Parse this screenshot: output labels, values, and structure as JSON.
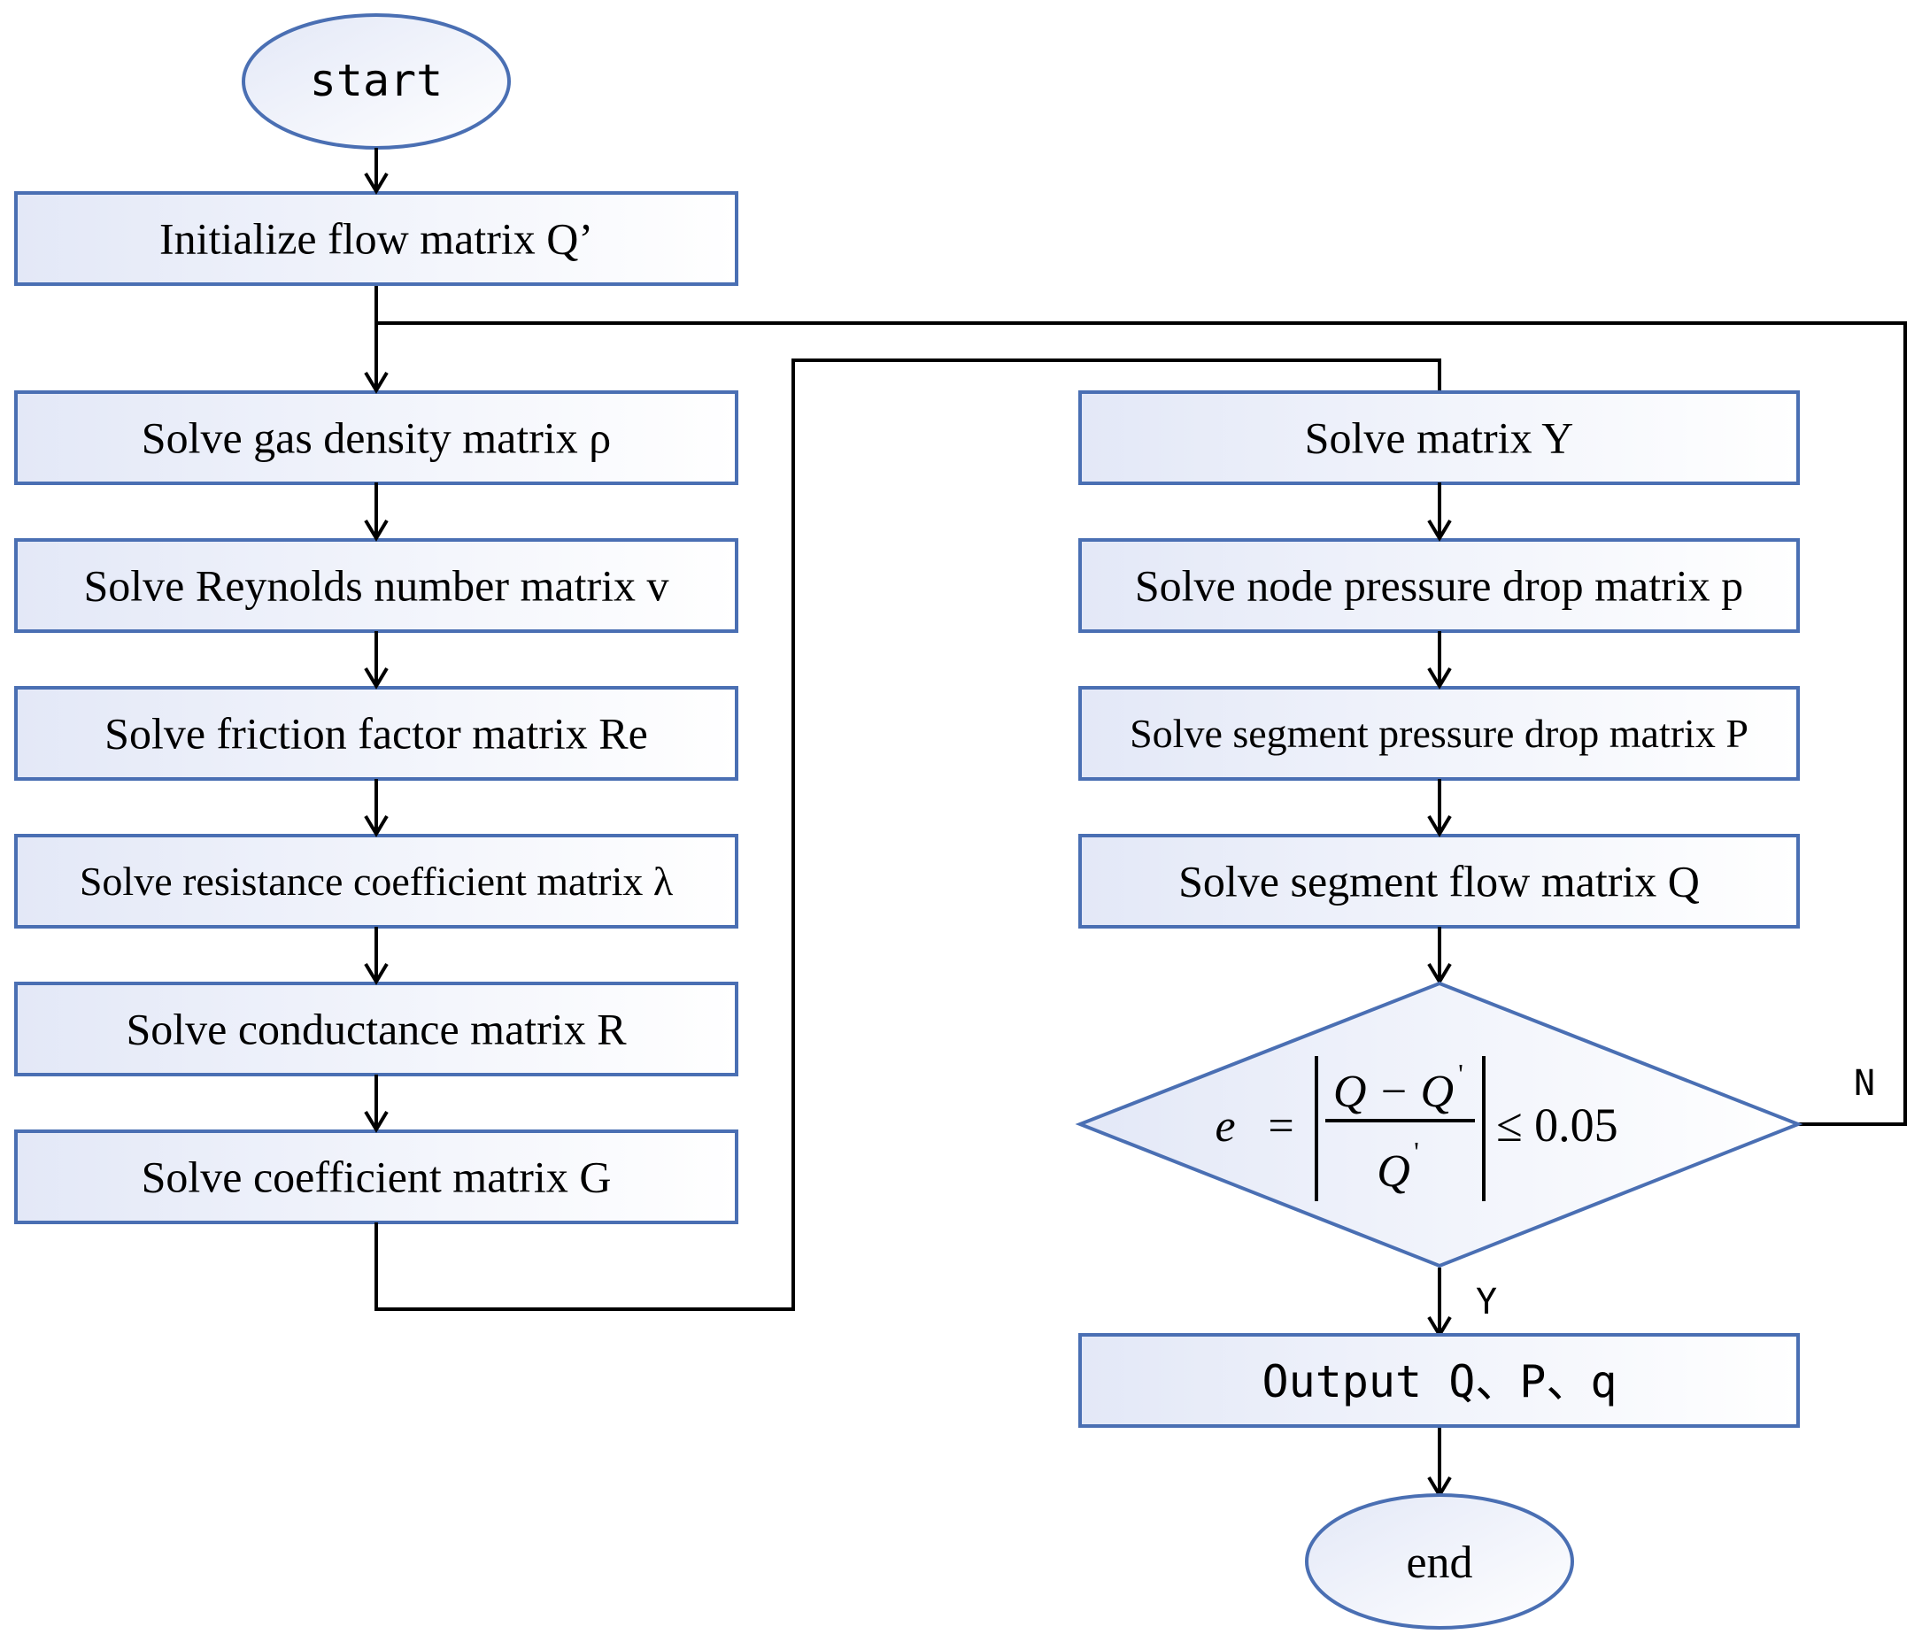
{
  "start_label": "start",
  "end_label": "end",
  "left_steps": [
    "Initialize flow matrix Q’",
    "Solve gas density matrix ρ",
    "Solve Reynolds number matrix v",
    "Solve friction factor matrix Re",
    "Solve resistance coefficient matrix λ",
    "Solve conductance matrix R",
    "Solve coefficient matrix G"
  ],
  "right_steps": [
    "Solve matrix Y",
    "Solve node pressure drop matrix p",
    "Solve segment pressure drop matrix P",
    "Solve segment flow matrix Q"
  ],
  "decision": {
    "lhs": "e",
    "equals": "=",
    "numerator": "Q − Q",
    "numerator_prime": "'",
    "denominator": "Q",
    "denominator_prime": "'",
    "relation": "≤ 0.05",
    "yes_label": "Y",
    "no_label": "N"
  },
  "output_label": "Output Q、P、q",
  "colors": {
    "box_stroke": "#4a6fb3",
    "box_fill_start": "#e8ecf8",
    "box_fill_end": "#ffffff",
    "line": "#000000"
  }
}
